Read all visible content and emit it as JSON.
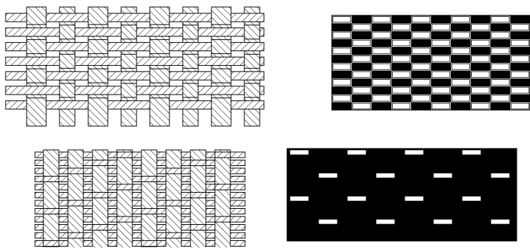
{
  "figure": {
    "panels": [
      {
        "id": "plain-weave-interlacing",
        "kind": "interlacing-drawing",
        "weave": "plain",
        "warp_threads": 8,
        "weft_threads": 7,
        "hatching": "diagonal"
      },
      {
        "id": "plain-weave-pattern",
        "kind": "pattern-grid",
        "weave": "plain",
        "rows": 12,
        "cols": 10,
        "first_black_col": 1,
        "fill_black": "#000000",
        "fill_white": "#ffffff"
      },
      {
        "id": "twill-weave-interlacing",
        "kind": "interlacing-drawing",
        "weave": "twill",
        "warp_threads": 8,
        "weft_threads": 12,
        "hatching": "diagonal"
      },
      {
        "id": "twill-weave-pattern",
        "kind": "pattern-grid",
        "weave": "twill",
        "rows": 12,
        "cols": 8,
        "shift_per_row": 1,
        "fill_black": "#000000",
        "fill_white": "#ffffff"
      }
    ],
    "colors": {
      "line": "#000000",
      "fill": "#ffffff",
      "black": "#000000"
    }
  }
}
